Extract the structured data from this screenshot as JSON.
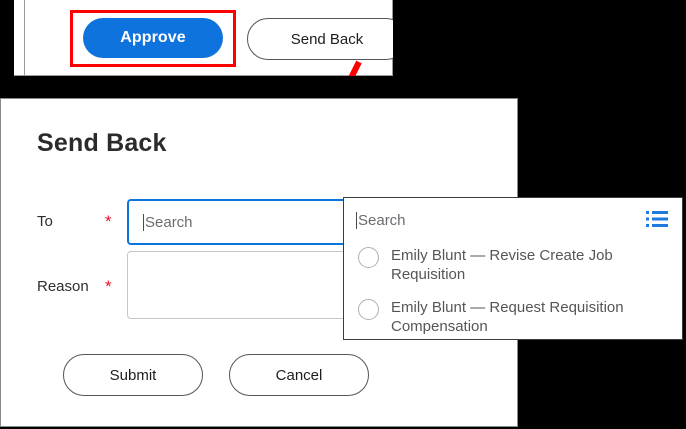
{
  "top_panel": {
    "approve_label": "Approve",
    "send_back_label": "Send Back",
    "highlight_color": "#ff0000",
    "approve_color": "#0f73dd"
  },
  "annotation": {
    "arrow": "red-down-arrow",
    "arrow_color": "#ff0000"
  },
  "dialog": {
    "title": "Send Back",
    "fields": {
      "to": {
        "label": "To",
        "required_marker": "*",
        "value": "",
        "placeholder": "Search",
        "focus_color": "#0b74de"
      },
      "reason": {
        "label": "Reason",
        "required_marker": "*",
        "value": "",
        "placeholder": ""
      }
    },
    "buttons": {
      "submit_label": "Submit",
      "cancel_label": "Cancel"
    }
  },
  "dropdown": {
    "search_placeholder": "Search",
    "list_icon": "list-view-icon",
    "list_icon_color": "#1f7ae0",
    "options": [
      {
        "label": "Emily Blunt — Revise Create Job Requisition",
        "selected": false
      },
      {
        "label": "Emily Blunt — Request Requisition Compensation",
        "selected": false
      }
    ]
  }
}
